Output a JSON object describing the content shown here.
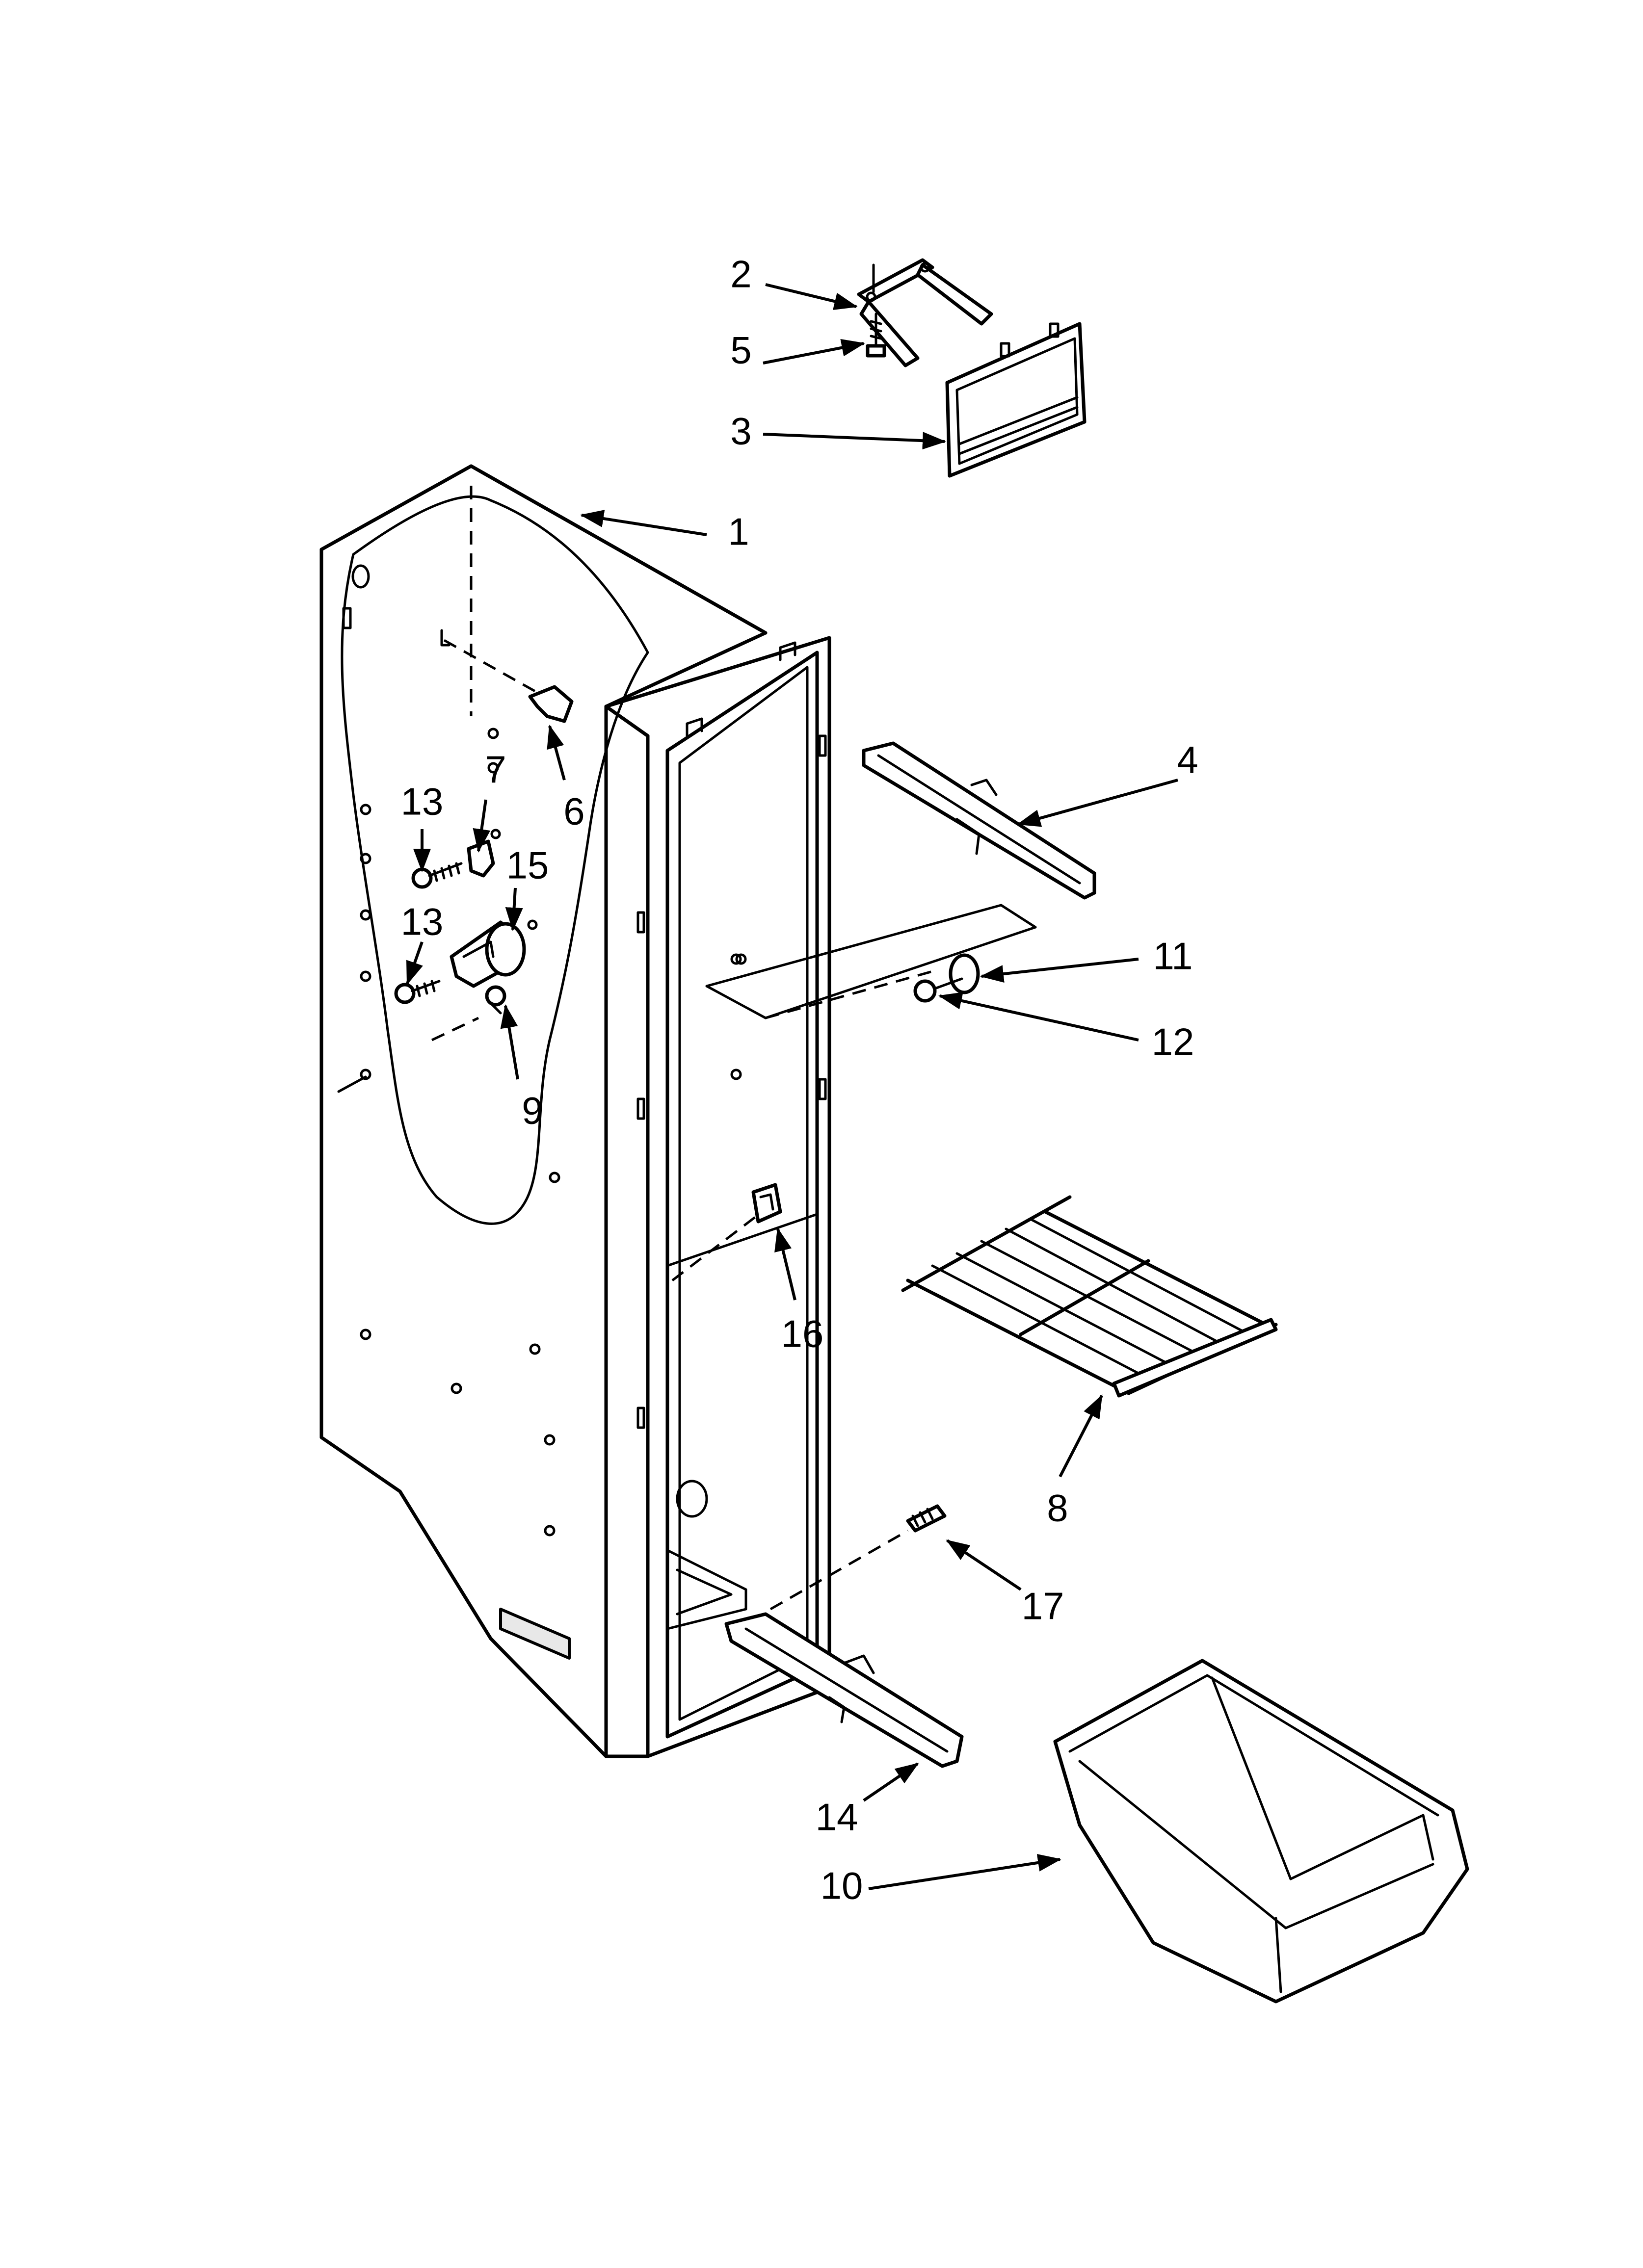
{
  "callouts": [
    {
      "id": "1",
      "text": "1"
    },
    {
      "id": "2",
      "text": "2"
    },
    {
      "id": "3",
      "text": "3"
    },
    {
      "id": "4",
      "text": "4"
    },
    {
      "id": "5",
      "text": "5"
    },
    {
      "id": "6",
      "text": "6"
    },
    {
      "id": "7",
      "text": "7"
    },
    {
      "id": "8",
      "text": "8"
    },
    {
      "id": "9",
      "text": "9"
    },
    {
      "id": "10",
      "text": "10"
    },
    {
      "id": "11",
      "text": "11"
    },
    {
      "id": "12",
      "text": "12"
    },
    {
      "id": "13a",
      "text": "13"
    },
    {
      "id": "13b",
      "text": "13"
    },
    {
      "id": "14",
      "text": "14"
    },
    {
      "id": "15",
      "text": "15"
    },
    {
      "id": "16",
      "text": "16"
    },
    {
      "id": "17",
      "text": "17"
    }
  ]
}
